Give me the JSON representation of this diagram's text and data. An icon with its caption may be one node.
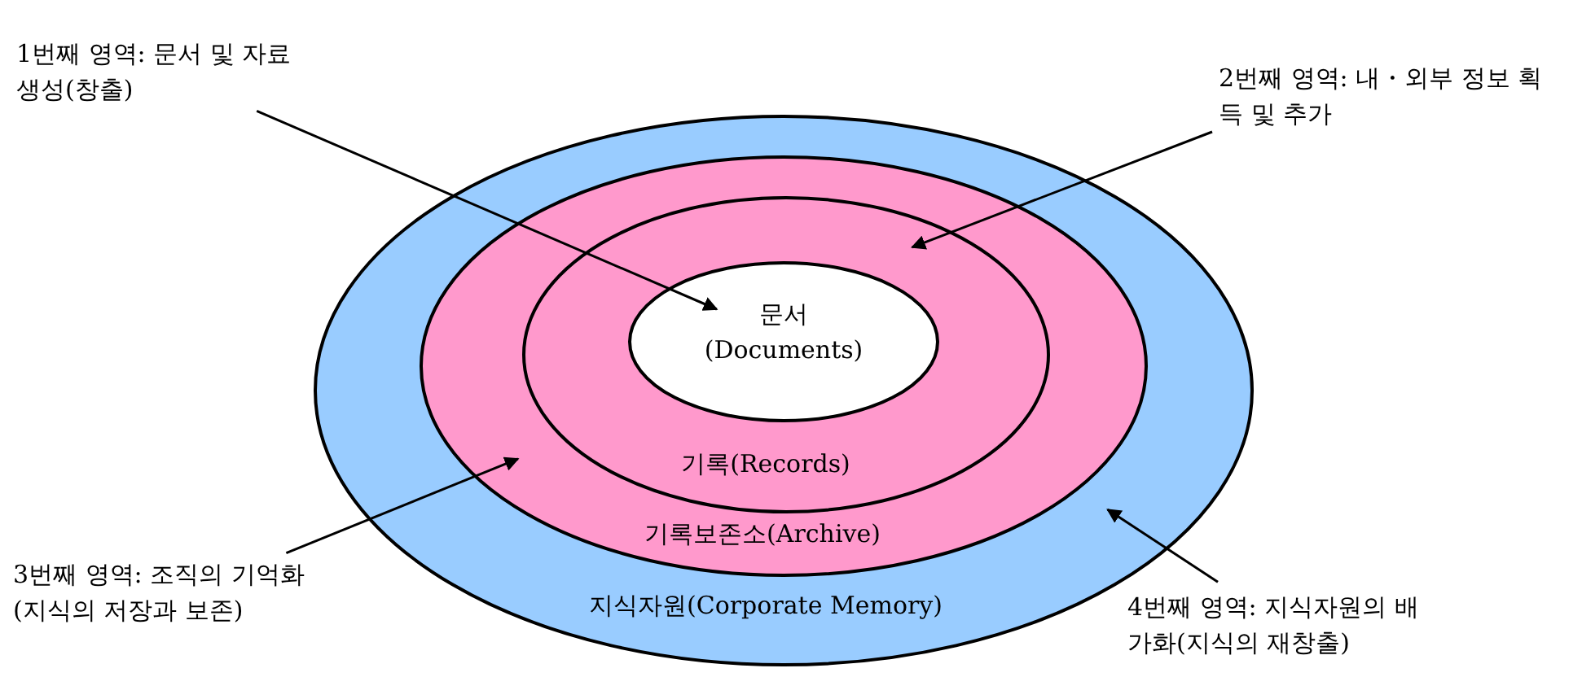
{
  "diagram": {
    "nodes": [
      {
        "text": [
          "지식자원(Corporate Memory)"
        ]
      },
      {
        "text": [
          "기록보존소(Archive)"
        ],
        "in": 0
      },
      {
        "text": [
          "기록(Records)"
        ],
        "in": 1
      },
      {
        "text": [
          "문서 (Documents)"
        ],
        "in": 2
      },
      {
        "text": [
          "1번째 영역: 문서 및 자료 생성(창출)"
        ]
      },
      {
        "text": [
          "2번째 영역: 내・외부 정보 획득 및 추가"
        ]
      },
      {
        "text": [
          "3번째 영역: 조직의 기억화(지식의 저장과 보존)"
        ]
      },
      {
        "text": [
          "4번째 영역: 지식자원의 배가화(지식의 재창출)"
        ]
      }
    ],
    "edges": [
      {
        "from": 4,
        "to": 3,
        "arrow": "to"
      },
      {
        "from": 5,
        "to": 2,
        "arrow": "to"
      },
      {
        "from": 6,
        "to": 1,
        "arrow": "to"
      },
      {
        "from": 7,
        "to": 0,
        "arrow": "to"
      }
    ]
  }
}
